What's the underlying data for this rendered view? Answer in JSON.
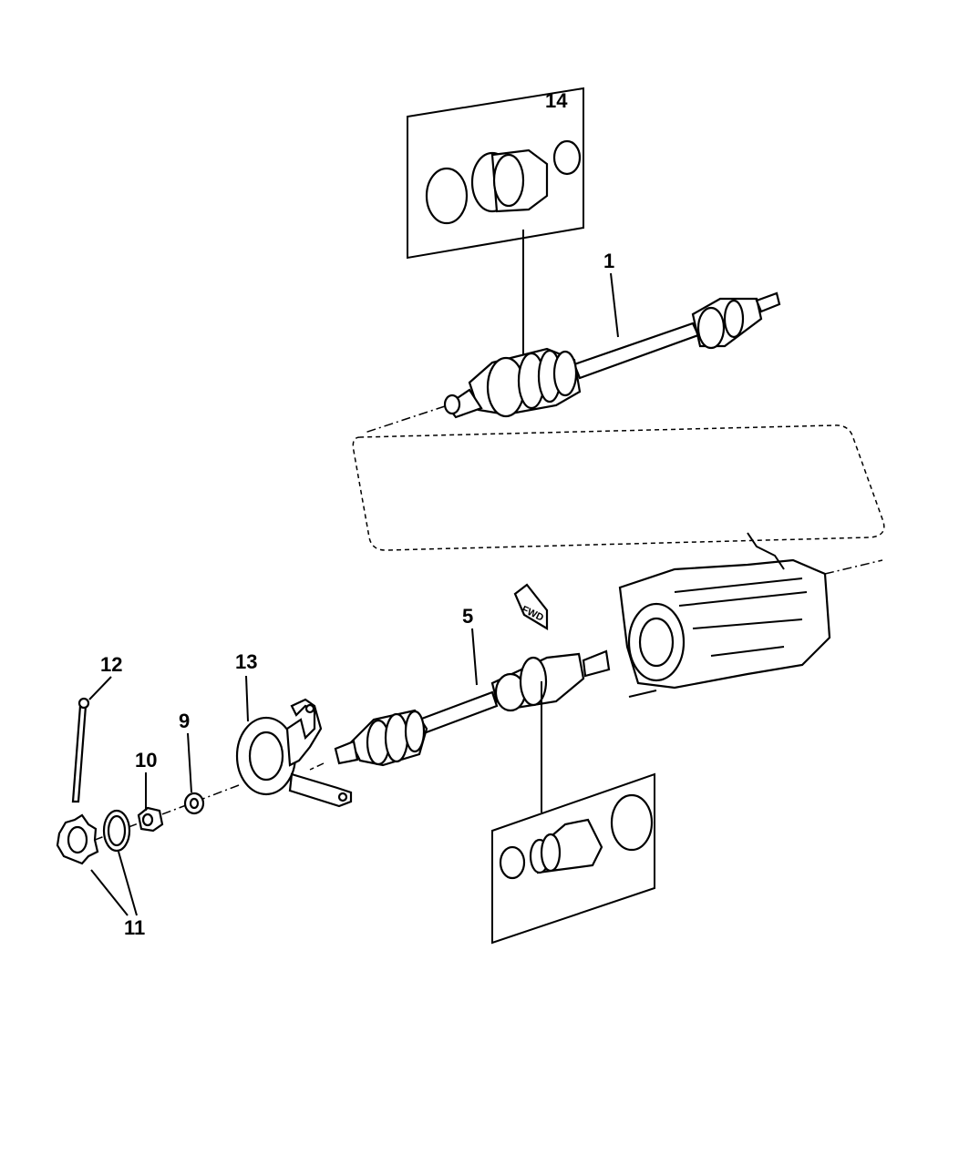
{
  "diagram": {
    "callouts": [
      {
        "id": "14",
        "label": "14",
        "part": "boot-kit-outer"
      },
      {
        "id": "1",
        "label": "1",
        "part": "axle-shaft-upper"
      },
      {
        "id": "5",
        "label": "5",
        "part": "axle-shaft-lower"
      },
      {
        "id": "12",
        "label": "12",
        "part": "cotter-pin"
      },
      {
        "id": "13",
        "label": "13",
        "part": "steering-knuckle"
      },
      {
        "id": "9",
        "label": "9",
        "part": "washer"
      },
      {
        "id": "10",
        "label": "10",
        "part": "hub-nut"
      },
      {
        "id": "11",
        "label": "11",
        "part": "nut-lock-and-spring-washer"
      }
    ],
    "fwd_arrow": "FWD",
    "colors": {
      "ink": "#000000",
      "background": "#ffffff"
    }
  }
}
